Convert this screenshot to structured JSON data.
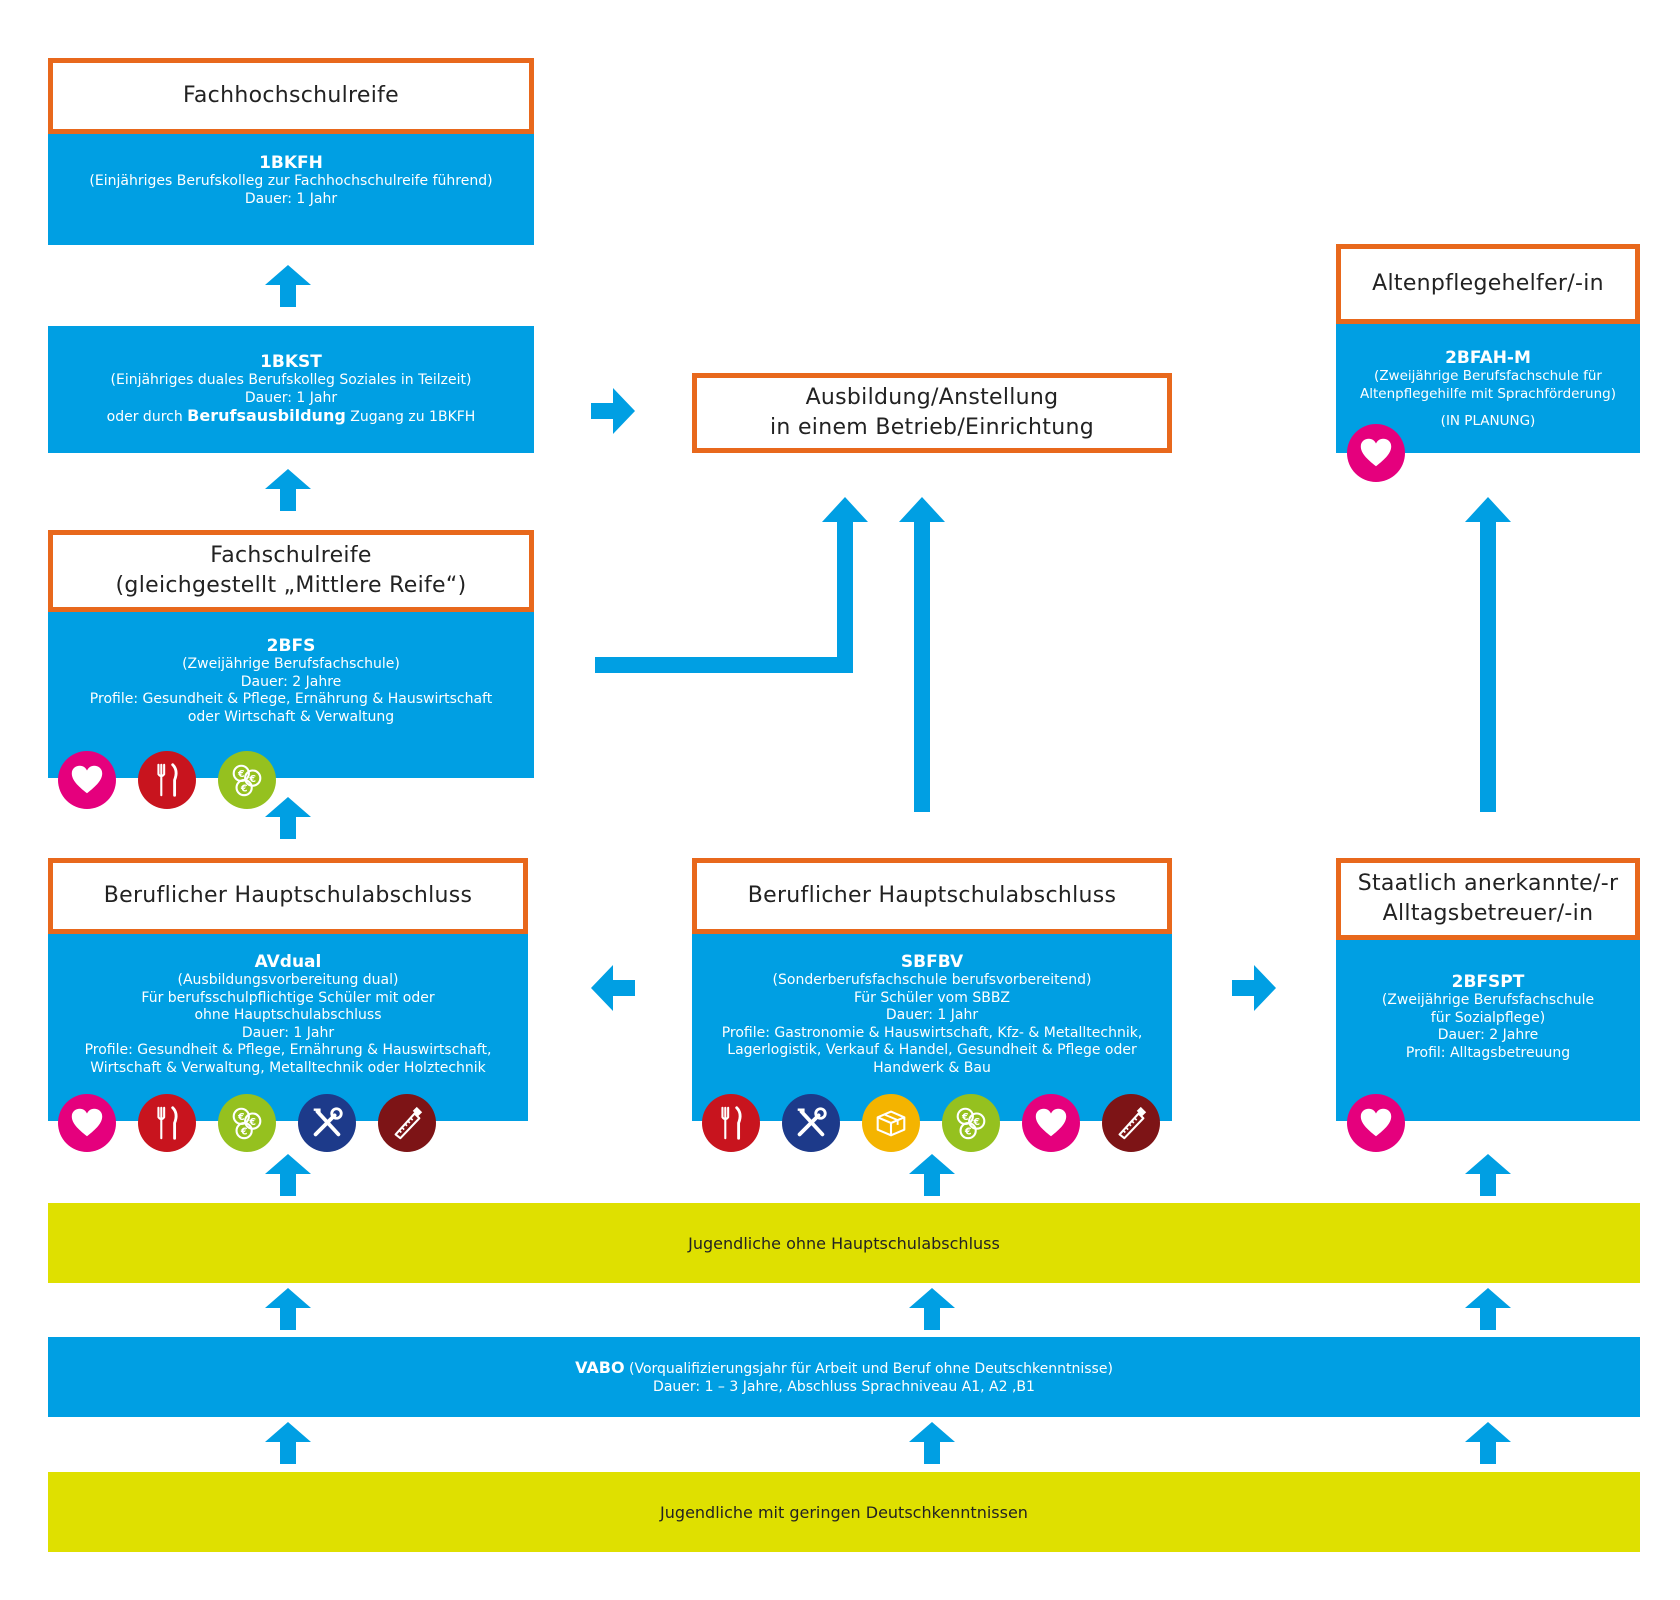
{
  "left_top": {
    "title": "Fachhochschulreife",
    "code": "1BKFH",
    "lines": [
      "(Einjähriges Berufskolleg zur Fachhochschulreife führend)",
      "Dauer: 1 Jahr"
    ]
  },
  "bkst": {
    "code": "1BKST",
    "lines": [
      "(Einjähriges duales Berufskolleg Soziales in Teilzeit)",
      "Dauer: 1 Jahr"
    ],
    "last_prefix": "oder durch ",
    "last_bold": "Berufsausbildung",
    "last_suffix": " Zugang zu 1BKFH"
  },
  "fachschulreife": {
    "title_line1": "Fachschulreife",
    "title_line2": "(gleichgestellt „Mittlere Reife“)",
    "code": "2BFS",
    "lines": [
      "(Zweijährige Berufsfachschule)",
      "Dauer: 2 Jahre",
      "Profile: Gesundheit & Pflege, Ernährung & Hauswirtschaft",
      "oder Wirtschaft & Verwaltung"
    ]
  },
  "ausbildung": {
    "line1": "Ausbildung/Anstellung",
    "line2": "in einem Betrieb/Einrichtung"
  },
  "altenpflege": {
    "title": "Altenpflegehelfer/-in",
    "code": "2BFAH-M",
    "lines": [
      "(Zweijährige Berufsfachschule für",
      "Altenpflegehilfe mit Sprachförderung)"
    ],
    "note": "(IN PLANUNG)"
  },
  "avdual": {
    "title": "Beruflicher Hauptschulabschluss",
    "code": "AVdual",
    "lines": [
      "(Ausbildungsvorbereitung dual)",
      "Für berufsschulpflichtige Schüler mit oder",
      "ohne Hauptschulabschluss",
      "Dauer: 1 Jahr",
      "Profile: Gesundheit & Pflege, Ernährung & Hauswirtschaft,",
      "Wirtschaft & Verwaltung, Metalltechnik oder Holztechnik"
    ]
  },
  "sbfbv": {
    "title": "Beruflicher Hauptschulabschluss",
    "code": "SBFBV",
    "lines": [
      "(Sonderberufsfachschule berufsvorbereitend)",
      "Für Schüler vom SBBZ",
      "Dauer: 1 Jahr",
      "Profile: Gastronomie & Hauswirtschaft, Kfz- & Metalltechnik,",
      "Lagerlogistik, Verkauf & Handel, Gesundheit & Pflege oder",
      "Handwerk & Bau"
    ]
  },
  "alltag": {
    "title_line1": "Staatlich anerkannte/-r",
    "title_line2": "Alltagsbetreuer/-in",
    "code": "2BFSPT",
    "lines": [
      "(Zweijährige Berufsfachschule",
      "für Sozialpflege)",
      "Dauer: 2 Jahre",
      "Profil: Alltagsbetreuung"
    ]
  },
  "ohne_hsa": "Jugendliche ohne Hauptschulabschluss",
  "vabo": {
    "code": "VABO",
    "desc": " (Vorqualifizierungsjahr für Arbeit und Beruf ohne Deutschkenntnisse)",
    "line2": "Dauer: 1 – 3 Jahre, Abschluss Sprachniveau A1, A2 ,B1"
  },
  "geringe_dk": "Jugendliche mit geringen Deutschkenntnissen",
  "icons": {
    "heart": "heart-icon",
    "food": "fork-knife-icon",
    "money": "coins-icon",
    "tools": "tools-icon",
    "saw": "saw-icon",
    "box": "box-icon"
  },
  "colors": {
    "blue": "#009fe3",
    "orange": "#e8681c",
    "yellow": "#dfe000",
    "heart": "#e5007d",
    "food": "#c8141e",
    "money": "#95c11f",
    "tools": "#1d3a8a",
    "saw": "#7d1416",
    "box": "#f4b400"
  }
}
